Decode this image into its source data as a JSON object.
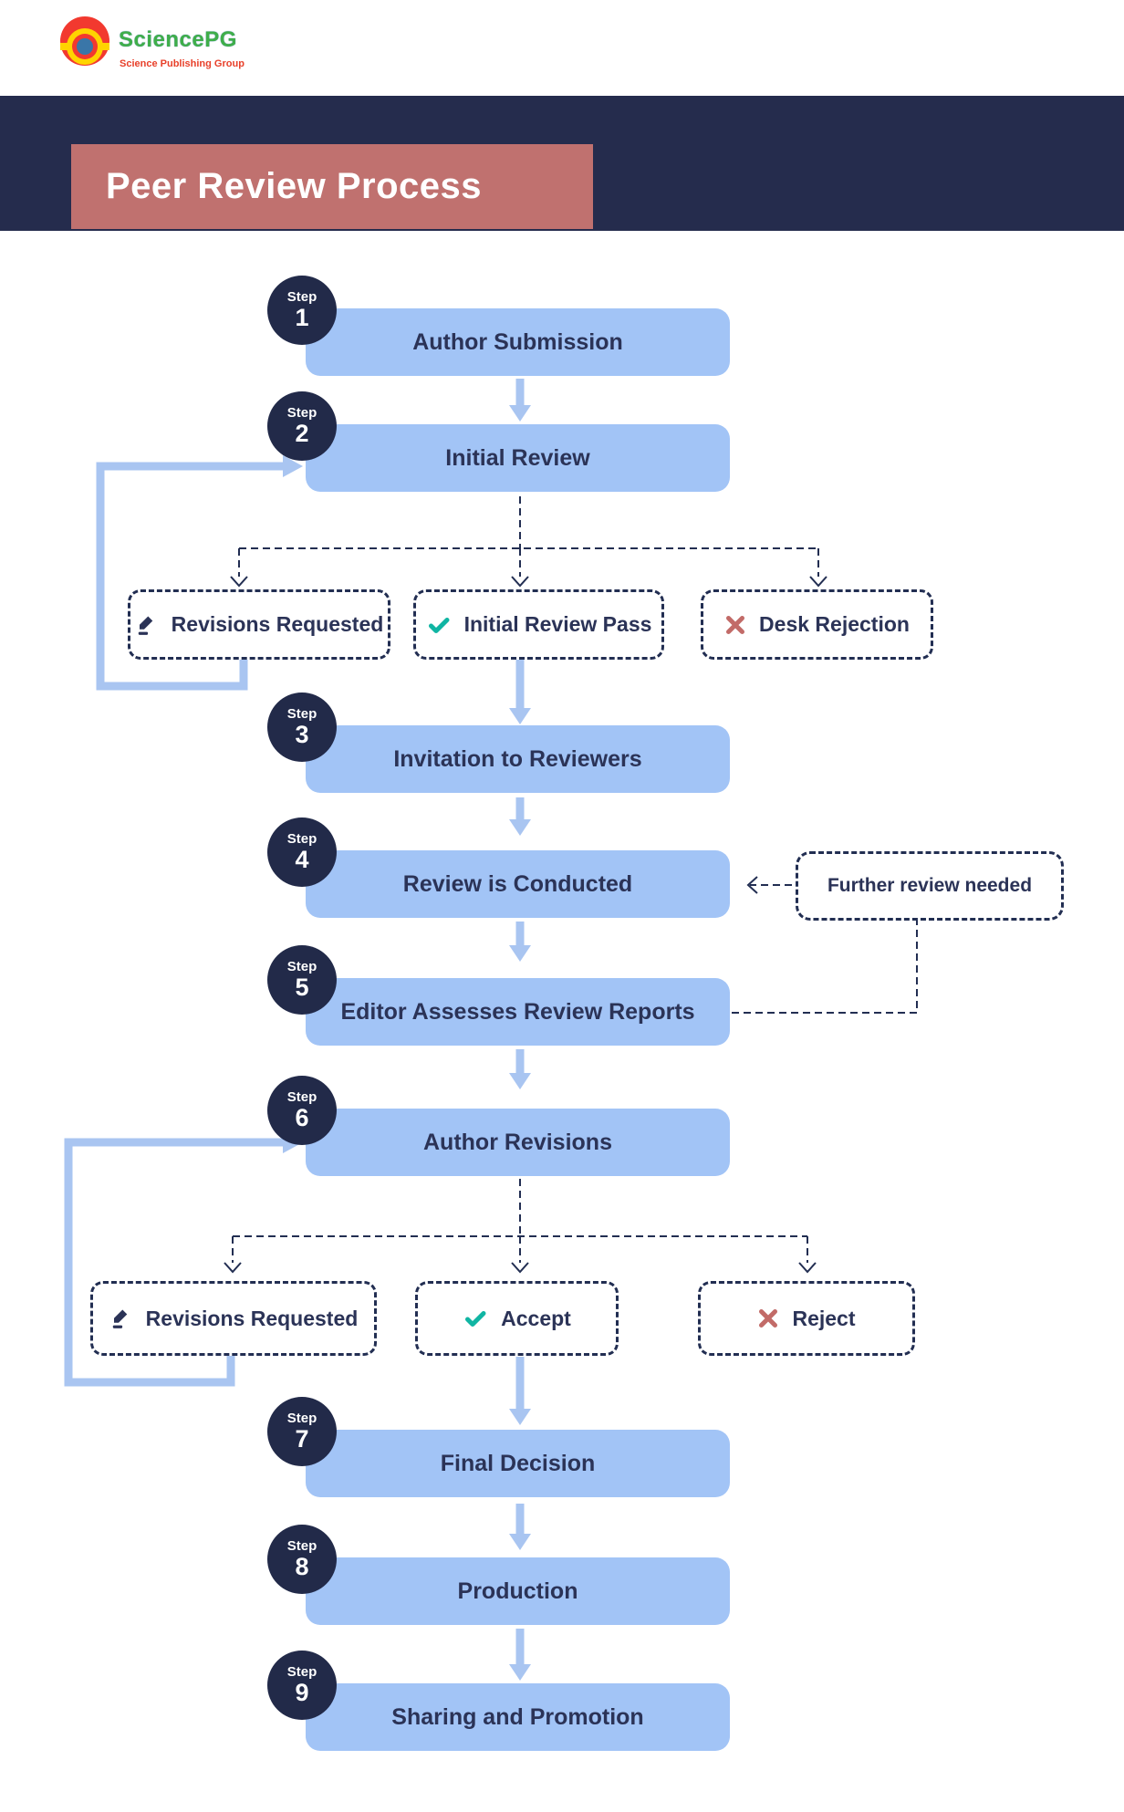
{
  "logo": {
    "name": "SciencePG",
    "tagline": "Science Publishing Group",
    "icon": "sciencepg-rings-icon"
  },
  "title": "Peer Review Process",
  "steps": [
    {
      "word": "Step",
      "number": "1",
      "label": "Author Submission"
    },
    {
      "word": "Step",
      "number": "2",
      "label": "Initial Review"
    },
    {
      "word": "Step",
      "number": "3",
      "label": "Invitation to Reviewers"
    },
    {
      "word": "Step",
      "number": "4",
      "label": "Review is Conducted"
    },
    {
      "word": "Step",
      "number": "5",
      "label": "Editor Assesses Review Reports"
    },
    {
      "word": "Step",
      "number": "6",
      "label": "Author Revisions"
    },
    {
      "word": "Step",
      "number": "7",
      "label": "Final Decision"
    },
    {
      "word": "Step",
      "number": "8",
      "label": "Production"
    },
    {
      "word": "Step",
      "number": "9",
      "label": "Sharing and Promotion"
    }
  ],
  "initial_review_outcomes": [
    {
      "label": "Revisions Requested",
      "icon": "pencil-icon"
    },
    {
      "label": "Initial Review Pass",
      "icon": "check-icon"
    },
    {
      "label": "Desk Rejection",
      "icon": "x-icon"
    }
  ],
  "author_revisions_outcomes": [
    {
      "label": "Revisions Requested",
      "icon": "pencil-icon"
    },
    {
      "label": "Accept",
      "icon": "check-icon"
    },
    {
      "label": "Reject",
      "icon": "x-icon"
    }
  ],
  "side_note": {
    "label": "Further review needed"
  },
  "colors": {
    "band_navy": "#252c4d",
    "title_salmon": "#c0716f",
    "box_blue": "#a2c4f6",
    "arrow_blue": "#a9c5f1",
    "text_navy": "#2b3357",
    "dashed_navy": "#222e52",
    "check_teal": "#10b5a3",
    "x_rose": "#c26b68",
    "logo_green": "#3fae49",
    "logo_red": "#e8402a"
  }
}
